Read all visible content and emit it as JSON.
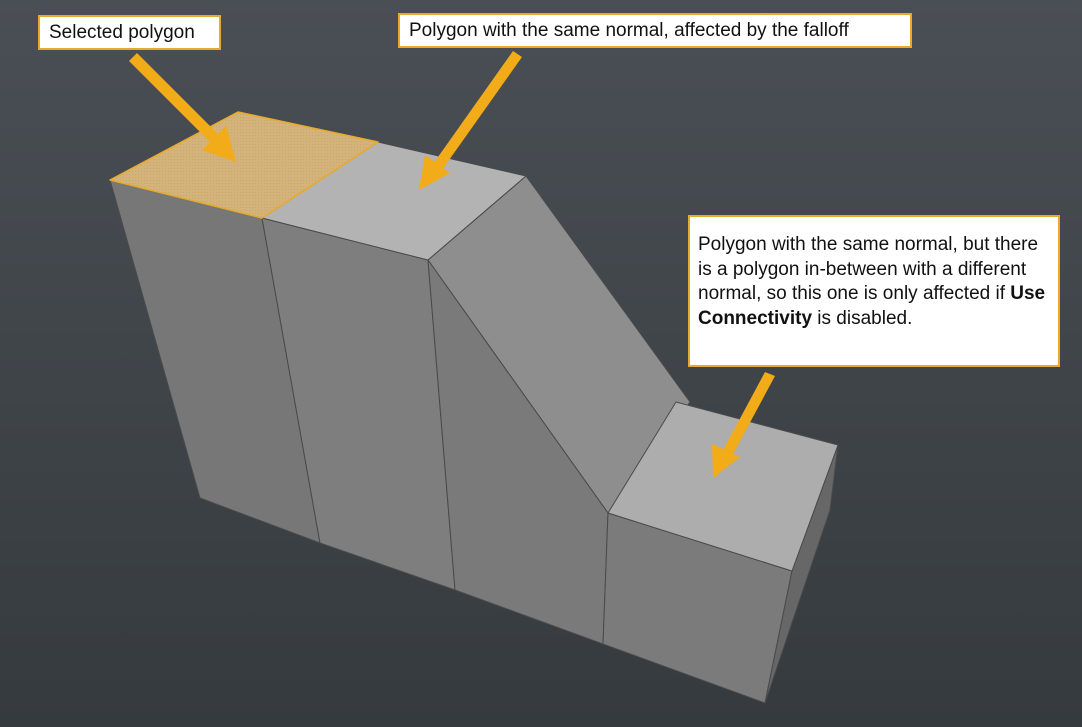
{
  "colors": {
    "background_top": "#4a4f55",
    "background_bottom": "#353a3e",
    "selected_face": "#d3b37a",
    "selected_edge": "#e9a92a",
    "top_face": "#b0b0b0",
    "front_face": "#7a7a7a",
    "slope_face": "#8c8c8c",
    "right_face": "#6a6a6a",
    "arrow": "#f2ab19",
    "callout_border": "#e9a92a",
    "callout_bg": "#ffffff"
  },
  "callouts": {
    "selected": {
      "text": "Selected polygon"
    },
    "falloff": {
      "text": "Polygon with the same normal, affected by the falloff"
    },
    "connectivity": {
      "text_before": "Polygon with the same normal, but there is a polygon in-between with a different normal, so this one is only affected if ",
      "emphasis": "Use Connectivity",
      "text_after": " is disabled."
    }
  },
  "icons": {
    "arrow": "arrow-down-left-icon"
  }
}
